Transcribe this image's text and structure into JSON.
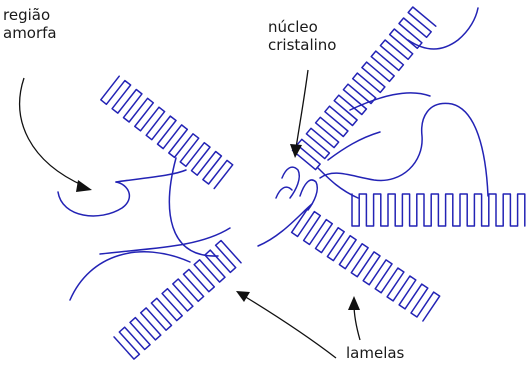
{
  "labels": {
    "amorphous_region": [
      "região",
      "amorfa"
    ],
    "crystalline_nucleus": [
      "núcleo",
      "cristalino"
    ],
    "lamellae": "lamelas"
  },
  "colors": {
    "polymer_chain": "#2323b5",
    "text": "#1a1a1a",
    "arrow": "#111111",
    "background": "#ffffff"
  }
}
